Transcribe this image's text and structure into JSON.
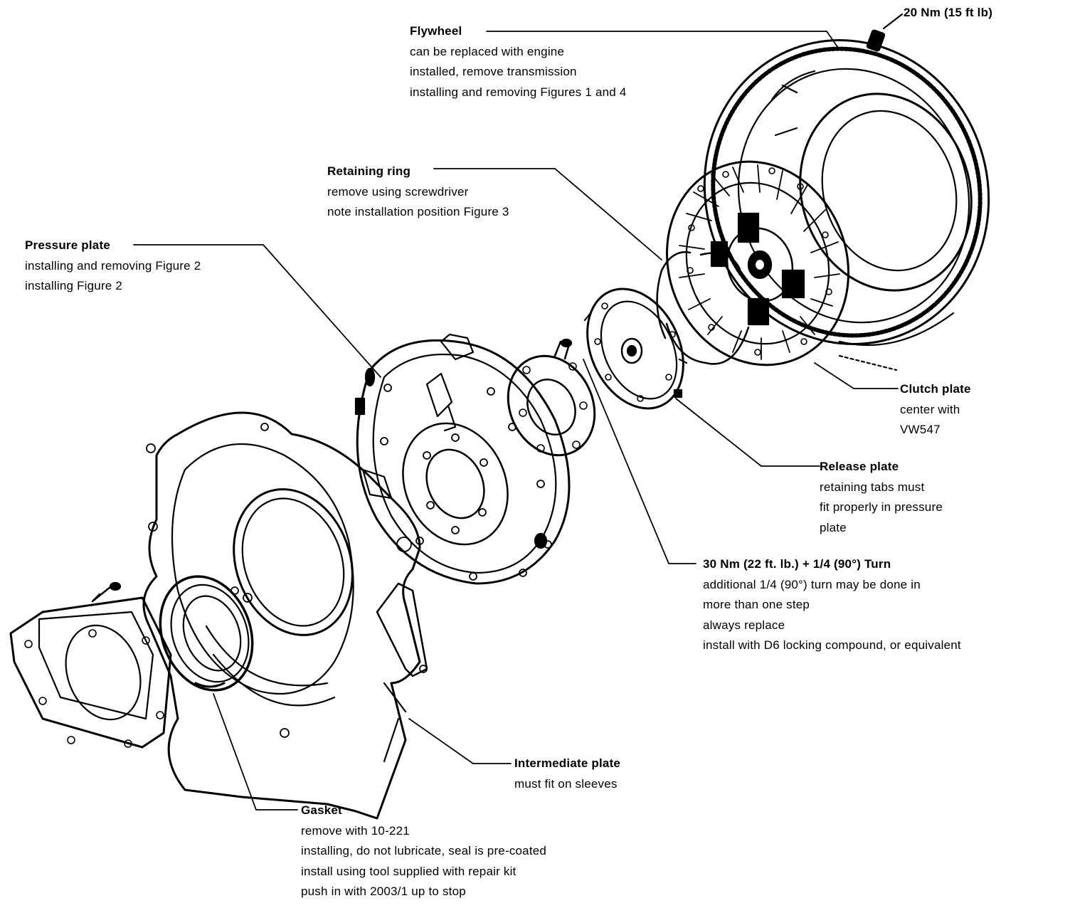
{
  "labels": {
    "torque_top": "20 Nm (15 ft lb)",
    "flywheel": {
      "title": "Flywheel",
      "lines": [
        "can be replaced with engine",
        "installed, remove transmission",
        "installing and removing Figures 1 and 4"
      ]
    },
    "retaining_ring": {
      "title": "Retaining ring",
      "lines": [
        "remove using screwdriver",
        "note installation position Figure 3"
      ]
    },
    "pressure_plate": {
      "title": "Pressure plate",
      "lines": [
        "installing and removing Figure 2",
        "installing Figure 2"
      ]
    },
    "clutch_plate": {
      "title": "Clutch plate",
      "lines": [
        "center with",
        "VW547"
      ]
    },
    "release_plate": {
      "title": "Release plate",
      "lines": [
        "retaining tabs must",
        "fit properly in pressure",
        "plate"
      ]
    },
    "bolt_torque": {
      "title": "30 Nm (22 ft. lb.) + 1/4 (90°) Turn",
      "lines": [
        "additional 1/4 (90°) turn may be done in",
        "more than one step",
        "always replace",
        "install with D6 locking compound, or equivalent"
      ]
    },
    "intermediate_plate": {
      "title": "Intermediate plate",
      "lines": [
        "must fit on sleeves"
      ]
    },
    "gasket": {
      "title": "Gasket",
      "lines": [
        "remove with 10-221",
        "installing, do not lubricate, seal is pre-coated",
        "install using tool supplied with repair kit",
        "push in with 2003/1 up to stop"
      ]
    }
  },
  "colors": {
    "ink": "#000000",
    "paper": "#ffffff"
  }
}
